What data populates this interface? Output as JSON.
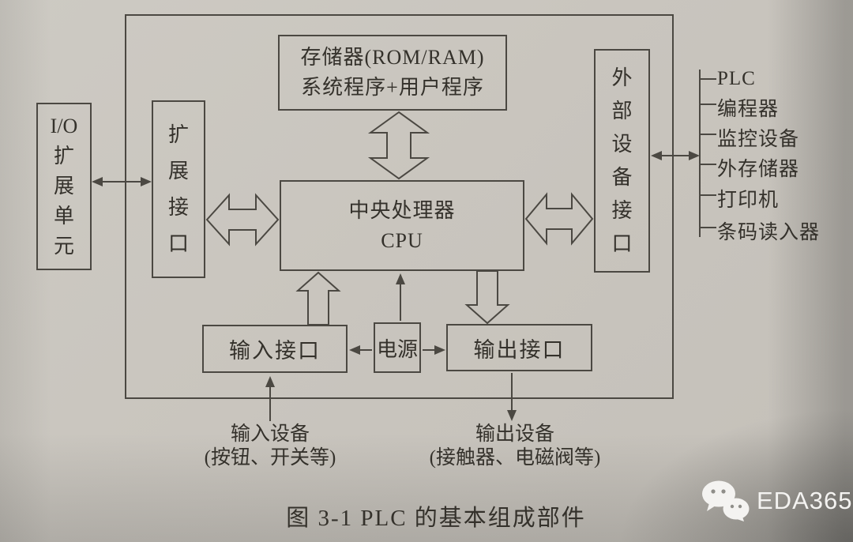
{
  "diagram": {
    "figure_caption": "图 3-1  PLC 的基本组成部件",
    "blocks": {
      "memory": {
        "label": "存储器(ROM/RAM)\n系统程序+用户程序"
      },
      "cpu": {
        "label": "中央处理器\nCPU"
      },
      "io_expansion_unit": {
        "label": "I/O\n扩\n展\n单\n元"
      },
      "expansion_interface": {
        "label": "扩\n展\n接\n口"
      },
      "external_device_interface": {
        "label": "外\n部\n设\n备\n接\n口"
      },
      "input_interface": {
        "label": "输入接口"
      },
      "power_supply": {
        "label": "电源"
      },
      "output_interface": {
        "label": "输出接口"
      }
    },
    "external_devices": [
      "PLC",
      "编程器",
      "监控设备",
      "外存储器",
      "打印机",
      "条码读入器"
    ],
    "input_devices_note": {
      "label": "输入设备\n(按钮、开关等)"
    },
    "output_devices_note": {
      "label": "输出设备\n(接触器、电磁阀等)"
    },
    "colors": {
      "line": "#4b4842",
      "text": "#34312b",
      "page": "#c9c5be"
    }
  },
  "watermark": {
    "brand": "EDA365",
    "icon": "wechat-icon",
    "text_color": "#f4f3f1"
  }
}
